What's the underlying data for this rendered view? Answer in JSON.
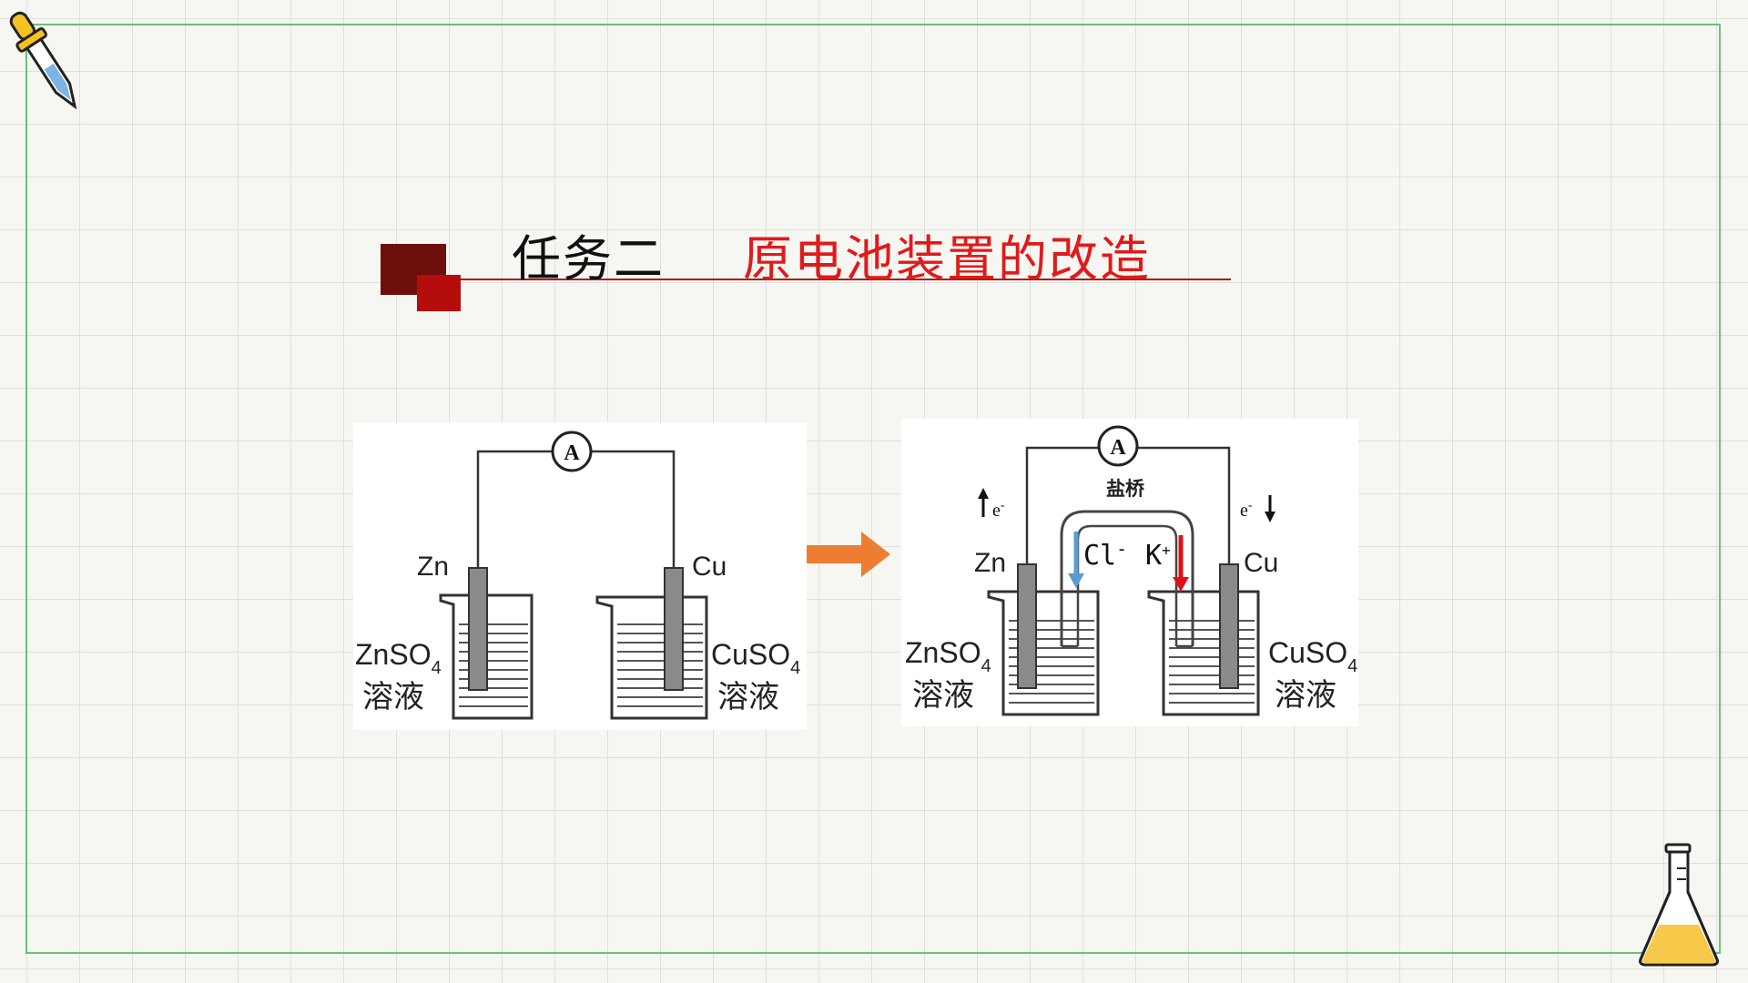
{
  "title": {
    "task_label": "任务二",
    "task_title": "原电池装置的改造"
  },
  "diagram_left": {
    "ammeter": "A",
    "left_electrode": "Zn",
    "right_electrode": "Cu",
    "left_solution": "ZnSO",
    "left_solution_sub": "4",
    "right_solution": "CuSO",
    "right_solution_sub": "4",
    "solution_word_left": "溶液",
    "solution_word_right": "溶液"
  },
  "diagram_right": {
    "ammeter": "A",
    "left_electrode": "Zn",
    "right_electrode": "Cu",
    "electron_left": "e",
    "electron_right": "e",
    "electron_sup": "-",
    "salt_bridge": "盐桥",
    "anion": "Cl",
    "anion_sup": "-",
    "cation": "K",
    "cation_sup": "+",
    "left_solution": "ZnSO",
    "left_solution_sub": "4",
    "right_solution": "CuSO",
    "right_solution_sub": "4",
    "solution_word_left": "溶液",
    "solution_word_right": "溶液"
  },
  "colors": {
    "frame": "#6cc07a",
    "title_red": "#e01a1a",
    "dark_red": "#6e0f0b",
    "arrow_orange": "#ed7d31",
    "cl_arrow_blue": "#5b9bd5",
    "k_arrow_red": "#e0101a"
  },
  "icons": {
    "top_left": "dropper-icon",
    "bottom_right": "flask-icon",
    "transition": "arrow-right-icon"
  }
}
